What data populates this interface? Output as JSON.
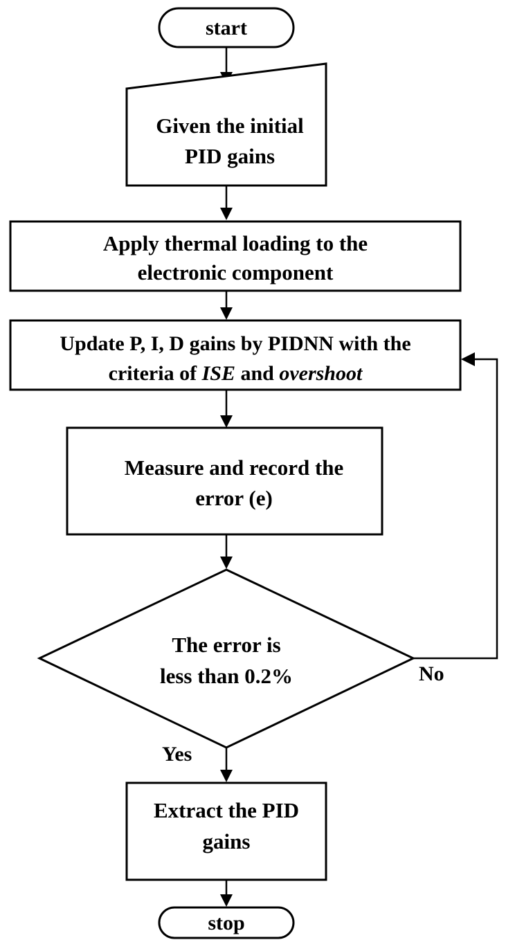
{
  "nodes": {
    "start": {
      "label": "start"
    },
    "initial_gains": {
      "line1": "Given the initial",
      "line2": "PID gains"
    },
    "apply_loading": {
      "line1": "Apply thermal loading to the",
      "line2": "electronic component"
    },
    "update_gains": {
      "line1": "Update P, I, D gains by PIDNN with the",
      "line2_prefix": "criteria of ",
      "line2_term1": "ISE",
      "line2_middle": " and ",
      "line2_term2": "overshoot"
    },
    "measure": {
      "line1": "Measure and record the",
      "line2": "error (e)"
    },
    "decision": {
      "line1": "The error is",
      "line2": "less than 0.2%"
    },
    "extract": {
      "line1": "Extract the PID",
      "line2": "gains"
    },
    "stop": {
      "label": "stop"
    }
  },
  "edge_labels": {
    "no": "No",
    "yes": "Yes"
  }
}
